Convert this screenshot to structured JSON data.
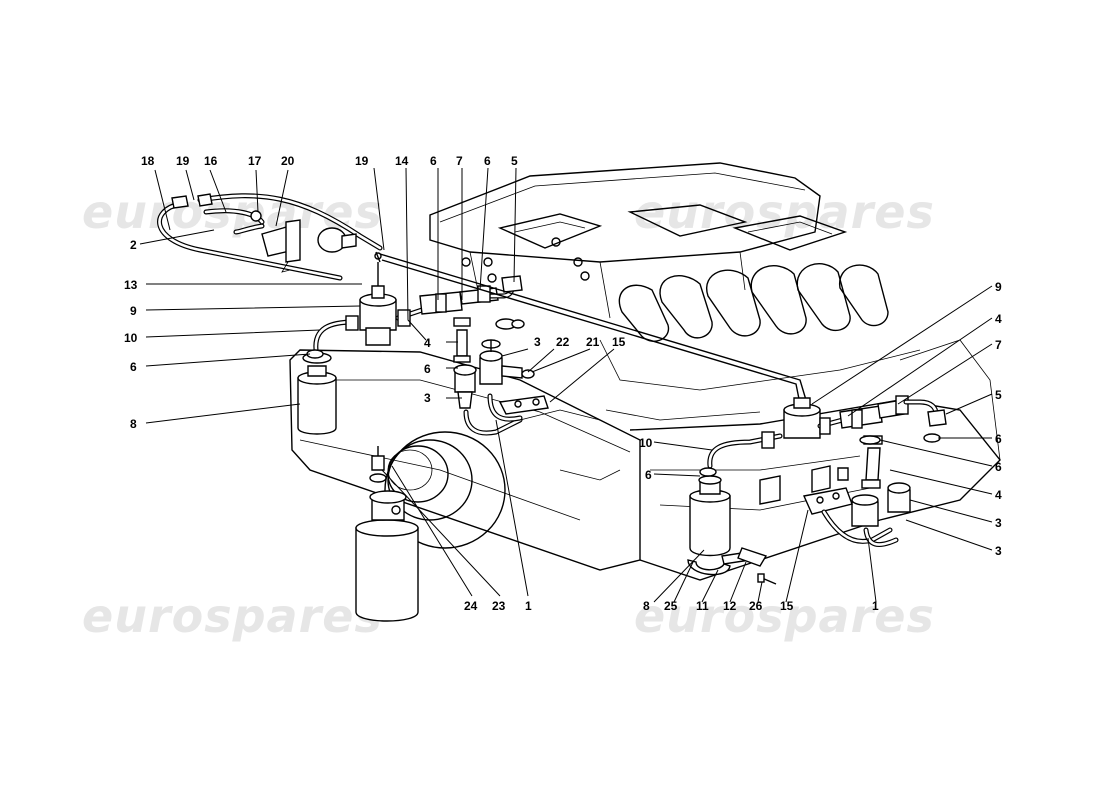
{
  "watermark": {
    "text": "eurospares"
  },
  "callouts_left": {
    "c18": "18",
    "c19a": "19",
    "c16": "16",
    "c17": "17",
    "c20": "20",
    "c19b": "19",
    "c14": "14",
    "c6a": "6",
    "c7": "7",
    "c6b": "6",
    "c5": "5",
    "c2": "2",
    "c13": "13",
    "c9": "9",
    "c10": "10",
    "c6c": "6",
    "c8": "8",
    "c4": "4",
    "c6d": "6",
    "c3a": "3",
    "c22": "22",
    "c21": "21",
    "c15": "15",
    "c3b": "3",
    "c24": "24",
    "c23": "23",
    "c1": "1"
  },
  "callouts_right": {
    "c9": "9",
    "c4a": "4",
    "c7": "7",
    "c5": "5",
    "c6a": "6",
    "c6b": "6",
    "c4b": "4",
    "c3a": "3",
    "c3b": "3",
    "c10": "10",
    "c6c": "6",
    "c8": "8",
    "c25": "25",
    "c11": "11",
    "c12": "12",
    "c26": "26",
    "c15": "15",
    "c1": "1"
  }
}
